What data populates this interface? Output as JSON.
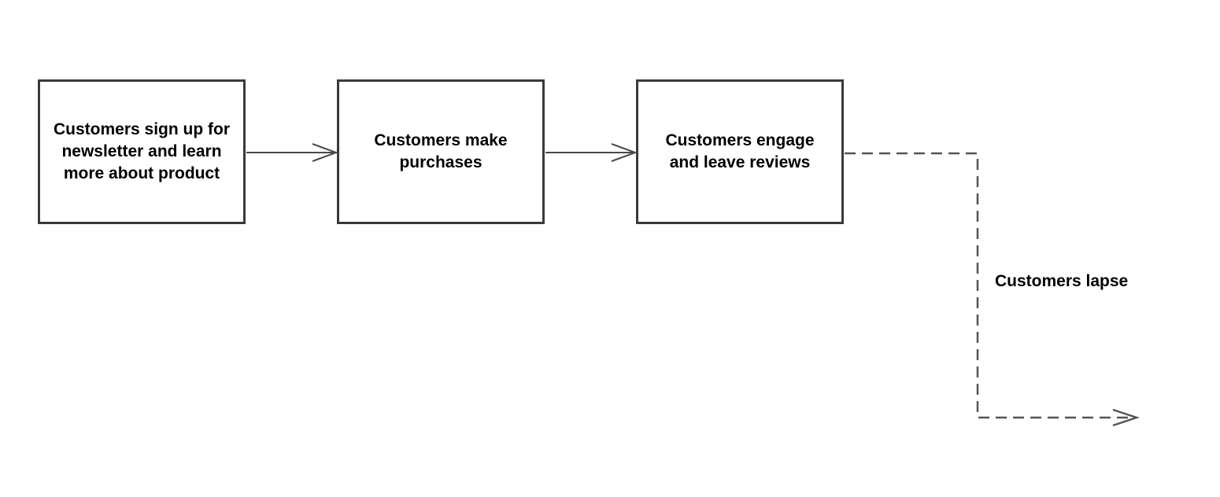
{
  "nodes": [
    {
      "id": "signup",
      "label": "Customers sign up for newsletter and learn more about product"
    },
    {
      "id": "purchase",
      "label": "Customers make purchases"
    },
    {
      "id": "engage",
      "label": "Customers engage and leave reviews"
    }
  ],
  "edges": [
    {
      "from": "signup",
      "to": "purchase",
      "style": "solid"
    },
    {
      "from": "purchase",
      "to": "engage",
      "style": "solid"
    },
    {
      "from": "engage",
      "to": "lapse",
      "style": "dashed",
      "label": "Customers lapse"
    }
  ],
  "colors": {
    "stroke": "#3a3a3a",
    "text": "#000000",
    "background": "#ffffff"
  }
}
